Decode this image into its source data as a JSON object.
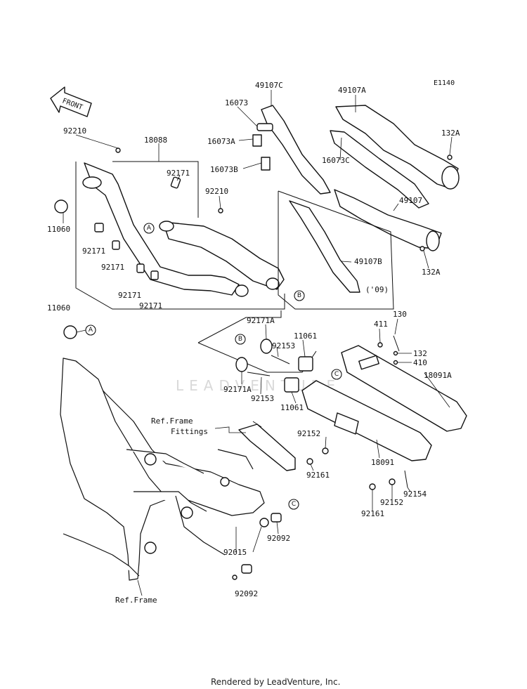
{
  "diagram_code": "E1140",
  "front_arrow_label": "FRONT",
  "watermark": "LEADVENTURE",
  "footer_text": "Rendered by LeadVenture, Inc.",
  "version_note": "('09)",
  "part_labels": {
    "p92210_top": "92210",
    "p18088": "18088",
    "p11060_top": "11060",
    "p92171_a": "92171",
    "p92171_b": "92171",
    "p92171_c": "92171",
    "p92171_d": "92171",
    "p92171_e": "92171",
    "p92210_mid": "92210",
    "p11060_bottom": "11060",
    "p16073": "16073",
    "p16073A": "16073A",
    "p16073B": "16073B",
    "p49107C": "49107C",
    "p49107A": "49107A",
    "p16073C": "16073C",
    "p132A_top": "132A",
    "p49107": "49107",
    "p49107B": "49107B",
    "p132A_bottom": "132A",
    "p92171A_top": "92171A",
    "p92153_top": "92153",
    "p11061_top": "11061",
    "p92171A_bottom": "92171A",
    "p92153_bottom": "92153",
    "p11061_bottom": "11061",
    "p411": "411",
    "p130": "130",
    "p132": "132",
    "p410": "410",
    "p18091A": "18091A",
    "p92152_top": "92152",
    "p92161_top": "92161",
    "p18091": "18091",
    "p92154": "92154",
    "p92152_bottom": "92152",
    "p92161_bottom": "92161",
    "p92092_top": "92092",
    "p92015": "92015",
    "p92092_bottom": "92092",
    "ref_frame_fittings_1": "Ref.Frame",
    "ref_frame_fittings_2": "Fittings",
    "ref_frame": "Ref.Frame"
  },
  "ref_markers": {
    "A": "A",
    "B": "B",
    "C": "C"
  }
}
